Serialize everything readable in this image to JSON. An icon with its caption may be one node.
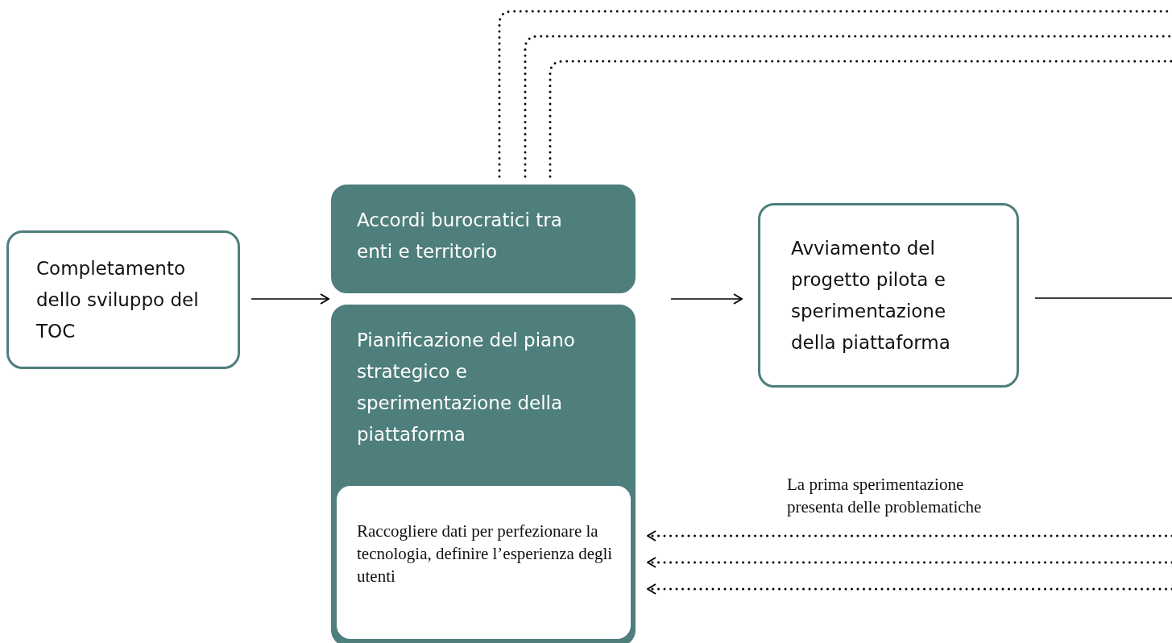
{
  "diagram": {
    "nodes": [
      {
        "text": [
          "Completamento dello sviluppo del TOC"
        ]
      },
      {
        "text": [
          "Accordi burocratici tra enti e territorio"
        ]
      },
      {
        "text": [
          "Pianificazione del piano strategico e sperimentazione della piattaforma"
        ]
      },
      {
        "text": [
          "Raccogliere dati per perfezionare la tecnologia, definire l’esperienza degli utenti"
        ],
        "in": 2
      },
      {
        "text": [
          "Avviamento del progetto pilota e sperimentazione della piattaforma"
        ]
      }
    ],
    "edges": [
      {
        "from": 0,
        "to": 2,
        "arrow": "to"
      },
      {
        "from": 2,
        "to": 4,
        "arrow": "to"
      },
      {
        "from": 4,
        "to": null,
        "arrow": "none"
      },
      {
        "from": 1,
        "to": null,
        "arrow": "none",
        "style": "dashed"
      },
      {
        "from": 1,
        "to": null,
        "arrow": "none",
        "style": "dashed"
      },
      {
        "from": 1,
        "to": null,
        "arrow": "none",
        "style": "dashed"
      },
      {
        "from": null,
        "to": 3,
        "arrow": "to",
        "style": "dashed"
      },
      {
        "from": null,
        "to": 3,
        "arrow": "to",
        "style": "dashed"
      },
      {
        "from": null,
        "to": 3,
        "arrow": "to",
        "style": "dashed"
      }
    ],
    "labels": [
      "La prima sperimentazione presenta delle problematiche"
    ]
  }
}
